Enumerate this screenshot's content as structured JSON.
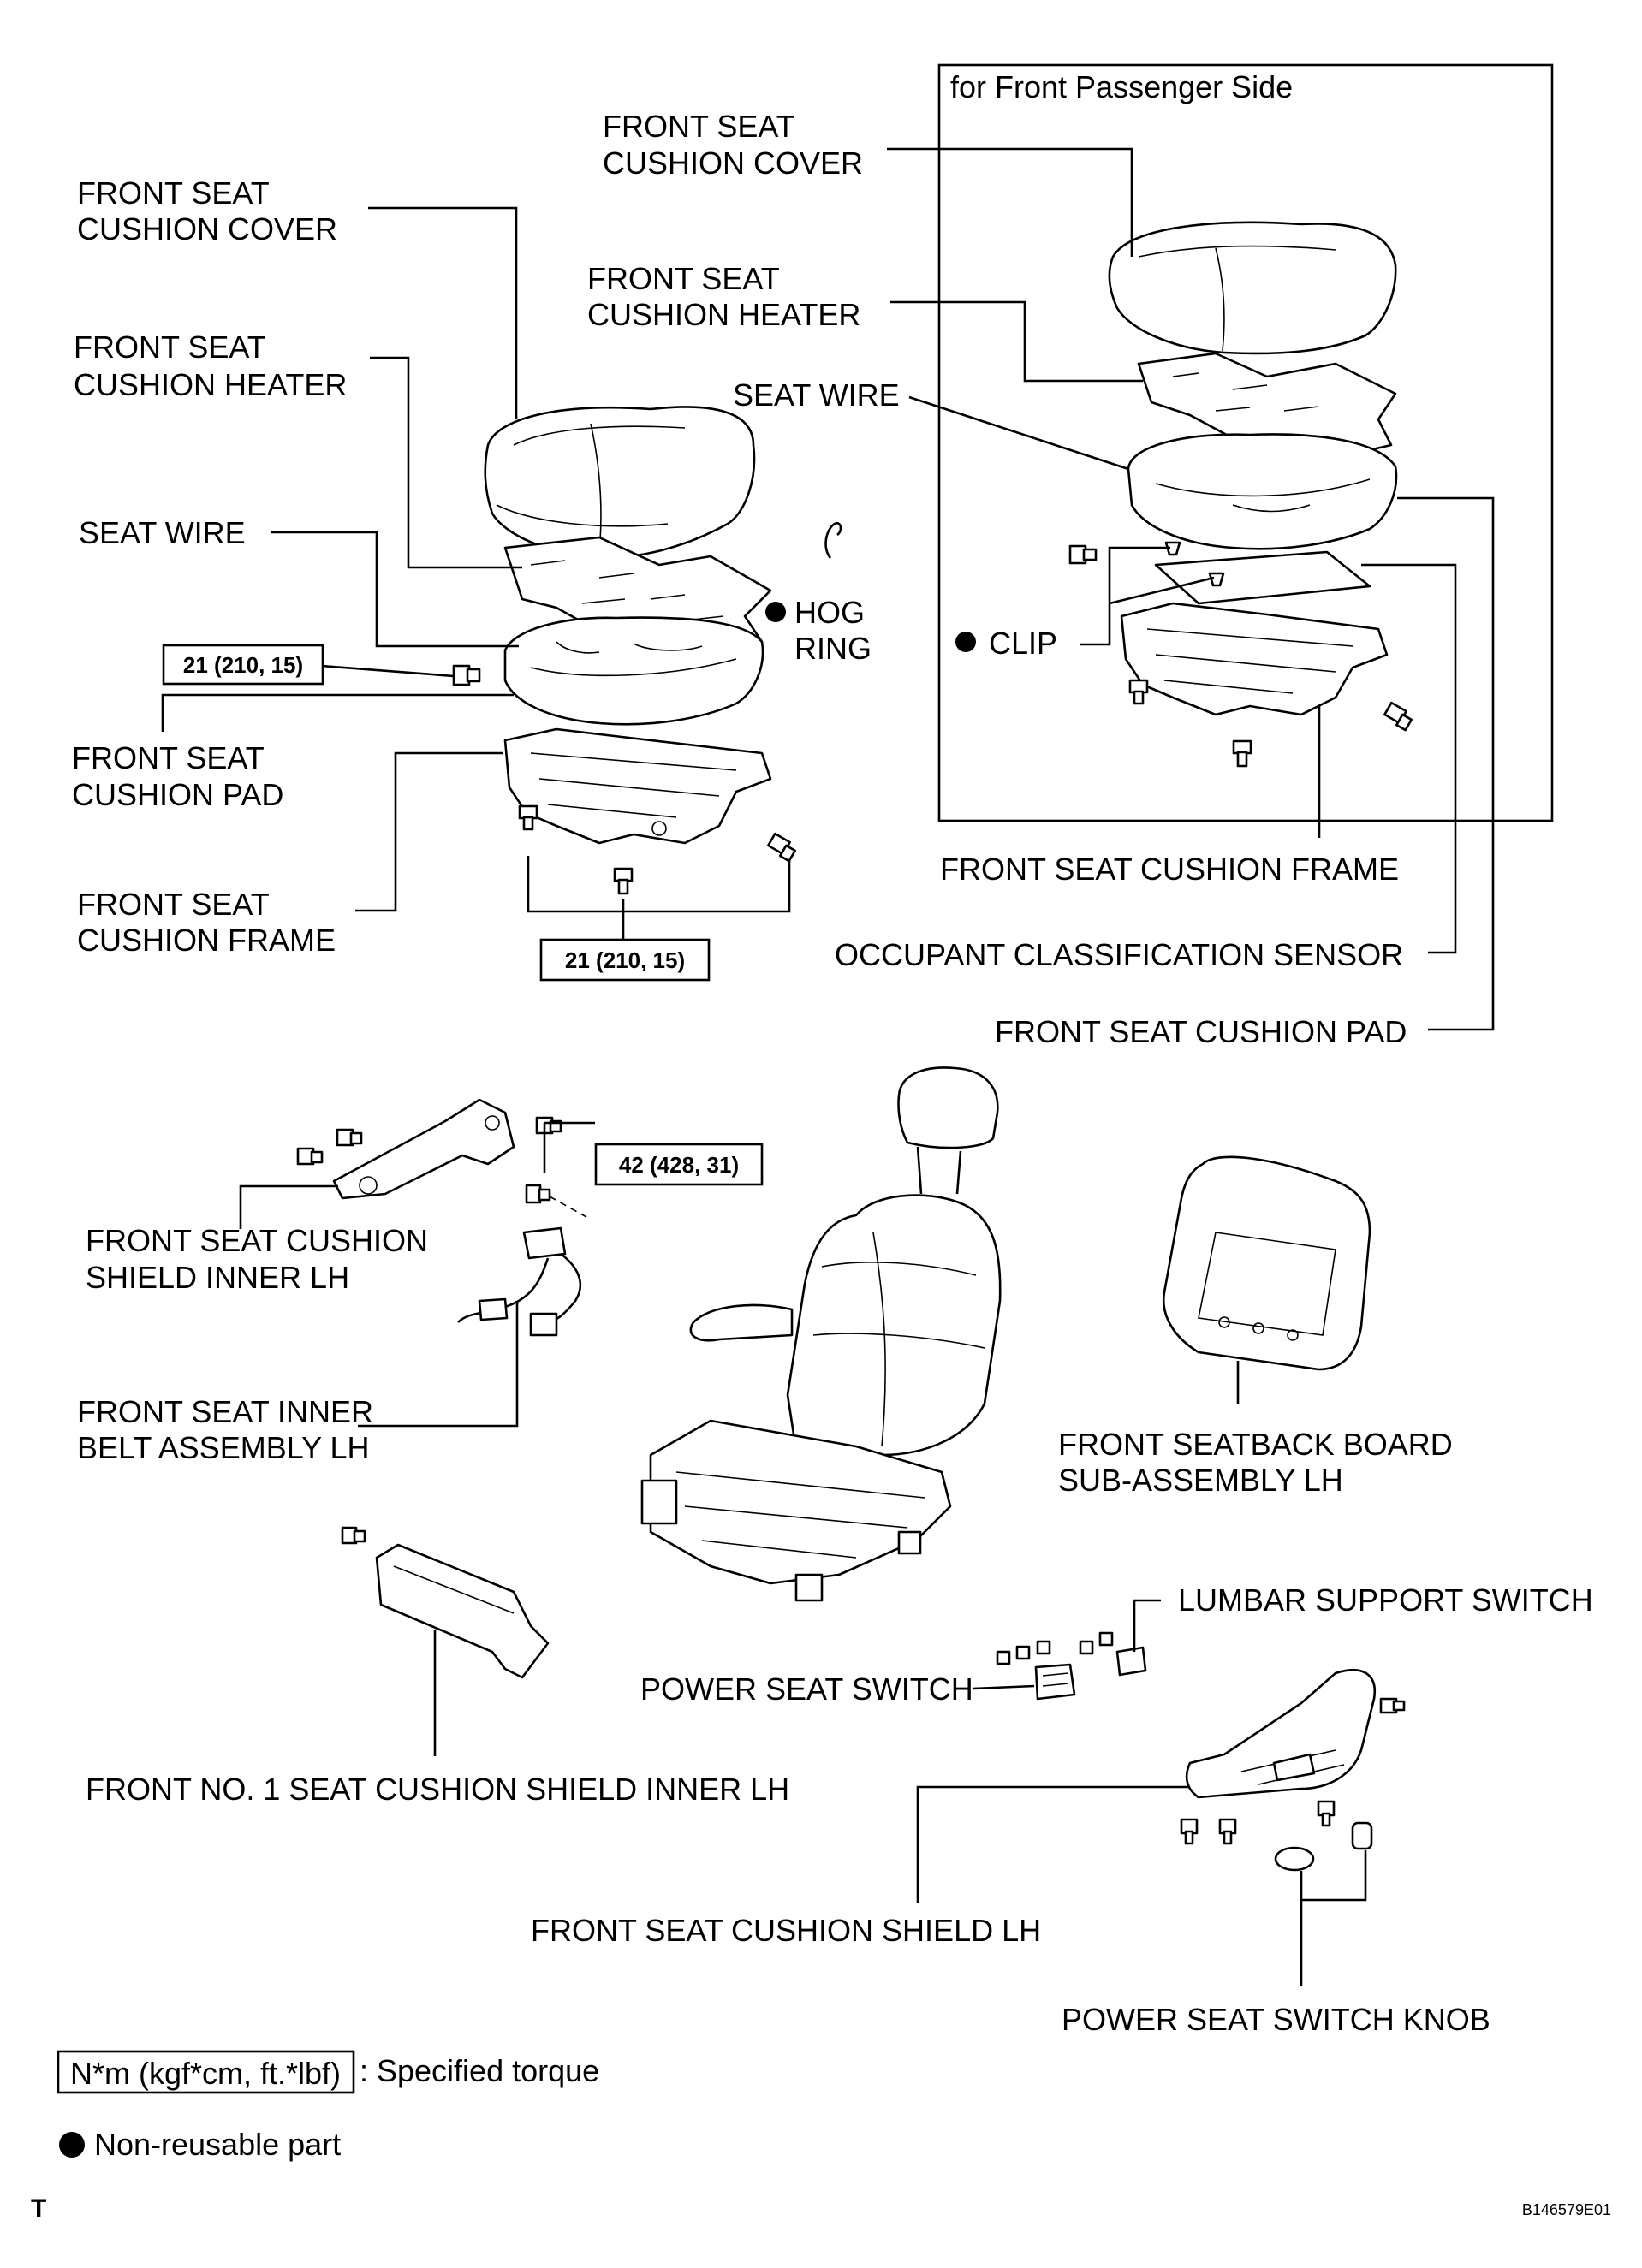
{
  "passenger_box_title": "for Front Passenger Side",
  "labels": {
    "cushion_cover": [
      "FRONT SEAT",
      "CUSHION COVER"
    ],
    "cushion_heater": [
      "FRONT SEAT",
      "CUSHION HEATER"
    ],
    "seat_wire": "SEAT WIRE",
    "hog_ring": [
      "HOG",
      "RING"
    ],
    "cushion_pad": [
      "FRONT SEAT",
      "CUSHION PAD"
    ],
    "cushion_frame": [
      "FRONT SEAT",
      "CUSHION FRAME"
    ],
    "p_cushion_cover": [
      "FRONT SEAT",
      "CUSHION COVER"
    ],
    "p_cushion_heater": [
      "FRONT SEAT",
      "CUSHION HEATER"
    ],
    "p_seat_wire": "SEAT WIRE",
    "p_clip": "CLIP",
    "p_cushion_frame": "FRONT SEAT CUSHION FRAME",
    "p_occupant_sensor": "OCCUPANT CLASSIFICATION SENSOR",
    "p_cushion_pad": "FRONT SEAT CUSHION PAD",
    "shield_inner": [
      "FRONT SEAT CUSHION",
      "SHIELD INNER LH"
    ],
    "inner_belt": [
      "FRONT SEAT INNER",
      "BELT ASSEMBLY LH"
    ],
    "seatback_board": [
      "FRONT SEATBACK BOARD",
      "SUB-ASSEMBLY LH"
    ],
    "lumbar_switch": "LUMBAR SUPPORT SWITCH",
    "power_switch": "POWER SEAT SWITCH",
    "no1_shield": "FRONT NO. 1 SEAT CUSHION SHIELD INNER LH",
    "cushion_shield": "FRONT SEAT CUSHION SHIELD LH",
    "switch_knob": "POWER SEAT SWITCH KNOB"
  },
  "torques": {
    "t1": "21 (210, 15)",
    "t2": "21 (210, 15)",
    "t3": "42 (428, 31)"
  },
  "legend": {
    "torque_unit": "N*m (kgf*cm, ft.*lbf)",
    "torque_desc": ": Specified torque",
    "nonreusable": "Non-reusable part"
  },
  "corner_mark": "T",
  "figure_code": "B146579E01"
}
